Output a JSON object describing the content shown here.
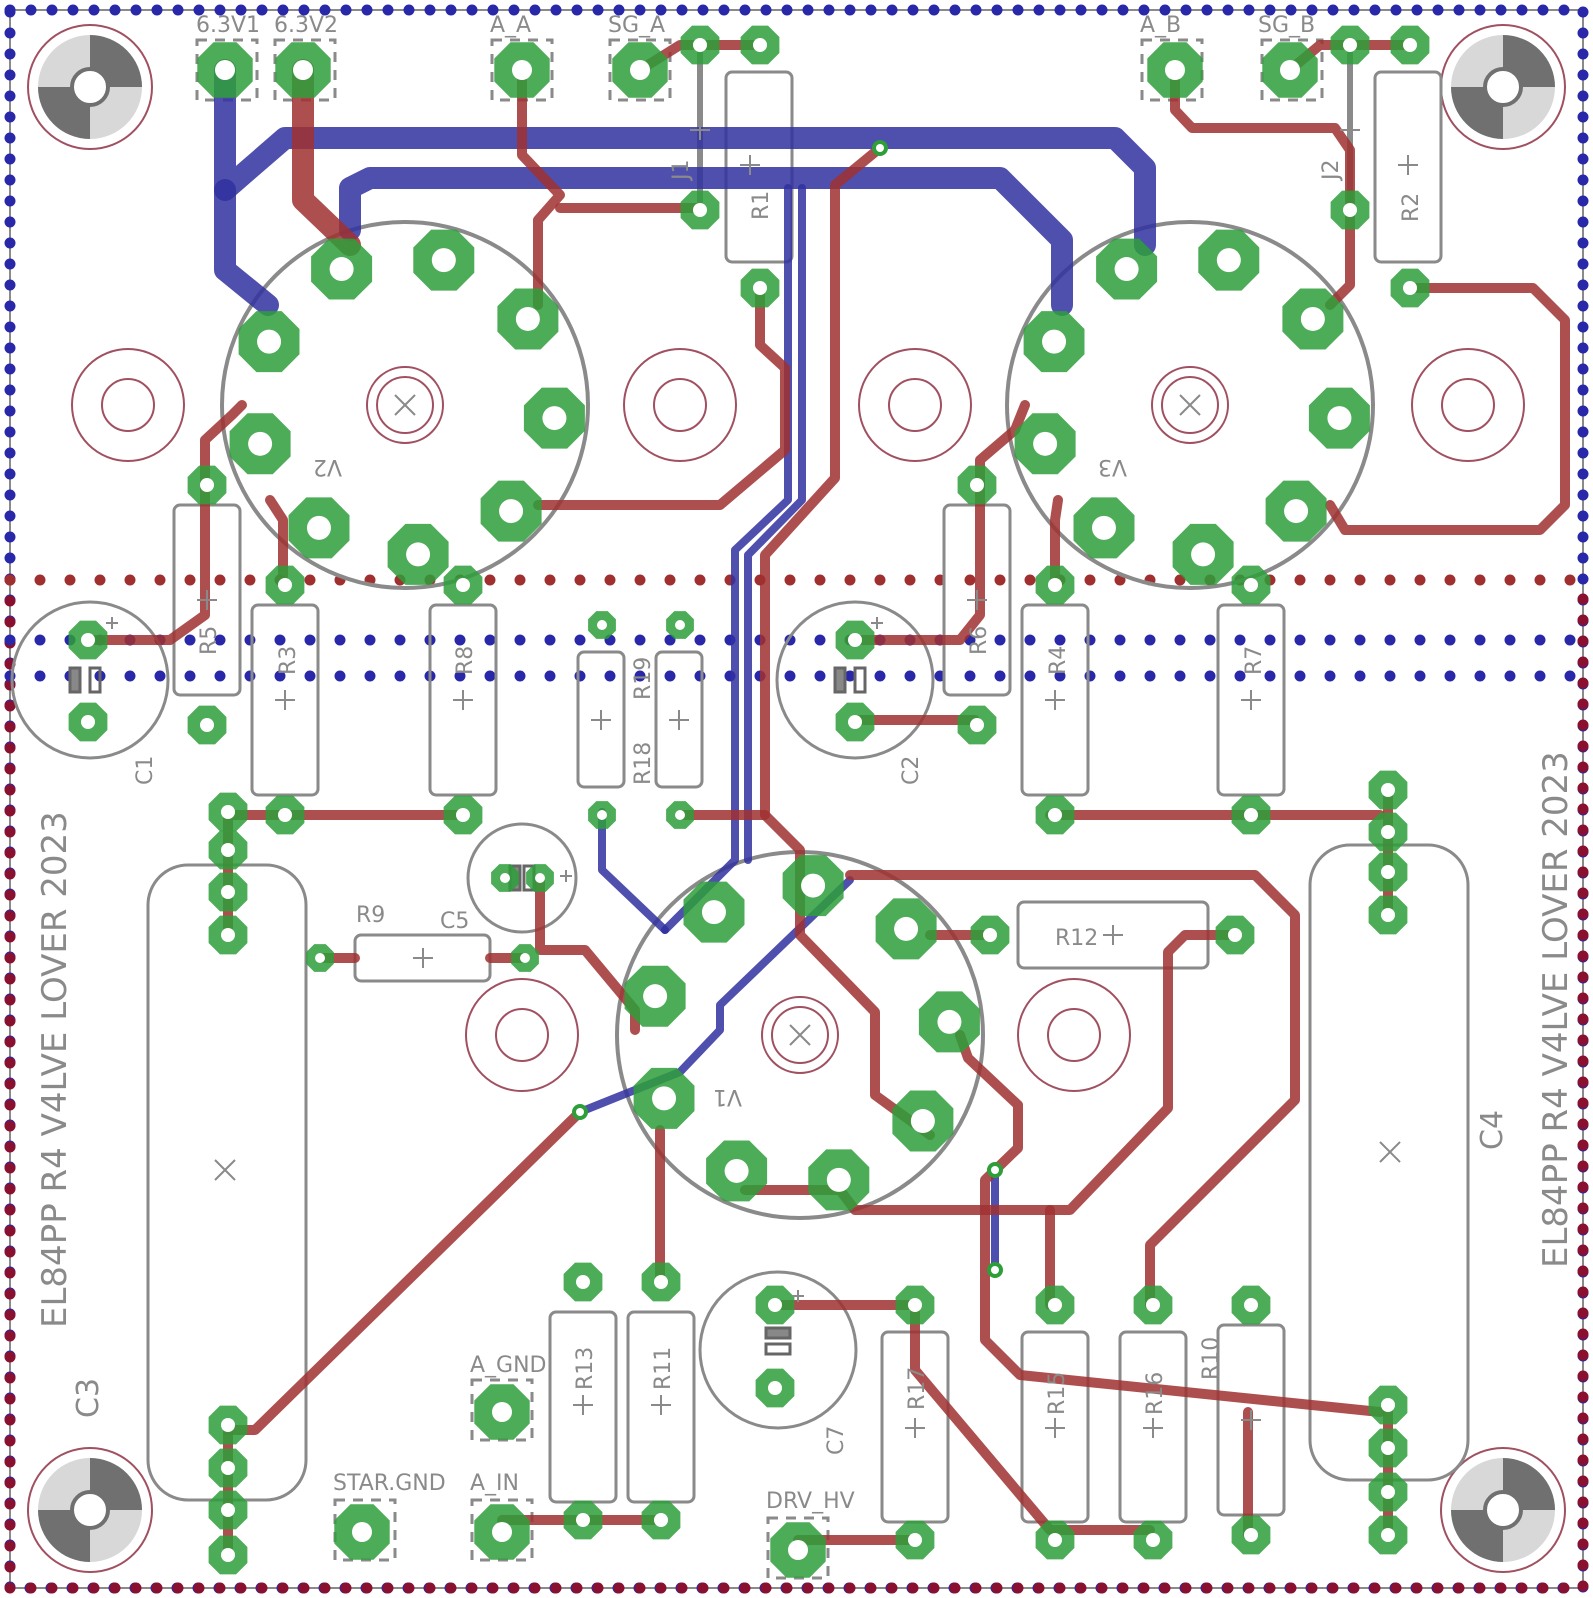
{
  "board": {
    "colors": {
      "top_copper": "#a03030",
      "bottom_copper": "#3030a0",
      "pads": "#2e9e3a",
      "silkscreen": "#8a8a8a",
      "border_red": "#8a1030",
      "border_blue": "#2828a8"
    },
    "text": {
      "title_left": "EL84PP R4 V4LVE LOVER 2023",
      "title_right": "EL84PP R4 V4LVE LOVER 2023"
    },
    "connectors": {
      "h1": "6.3V1",
      "h2": "6.3V2",
      "a_a": "A_A",
      "sg_a": "SG_A",
      "a_b": "A_B",
      "sg_b": "SG_B",
      "a_gnd": "A_GND",
      "star_gnd": "STAR.GND",
      "a_in": "A_IN",
      "drv_hv": "DRV_HV"
    },
    "refs": {
      "J1": "J1",
      "J2": "J2",
      "R1": "R1",
      "R2": "R2",
      "R3": "R3",
      "R4": "R4",
      "R5": "R5",
      "R6": "R6",
      "R7": "R7",
      "R8": "R8",
      "R9": "R9",
      "R10": "R10",
      "R11": "R11",
      "R12": "R12",
      "R13": "R13",
      "R15": "R15",
      "R16": "R16",
      "R17": "R17",
      "R18": "R18",
      "R19": "R19",
      "C1": "C1",
      "C2": "C2",
      "C3": "C3",
      "C4": "C4",
      "C5": "C5",
      "C7": "C7",
      "V1": "V1",
      "V2": "V2",
      "V3": "V3"
    }
  }
}
